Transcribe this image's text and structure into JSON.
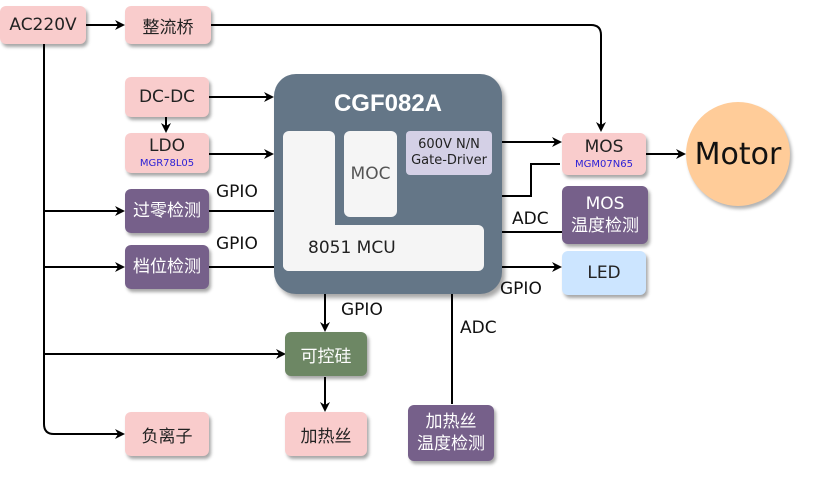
{
  "nodes": {
    "ac220v": "AC220V",
    "rectifier": "整流桥",
    "dcdc": "DC-DC",
    "ldo": "LDO",
    "ldo_part": "MGR78L05",
    "zero_cross": "过零检测",
    "gear_detect": "档位检测",
    "mos": "MOS",
    "mos_part": "MGM07N65",
    "mos_temp_1": "MOS",
    "mos_temp_2": "温度检测",
    "led": "LED",
    "thyristor": "可控硅",
    "heater": "加热丝",
    "heater_temp_1": "加热丝",
    "heater_temp_2": "温度检测",
    "anion": "负离子",
    "motor": "Motor"
  },
  "mcu": {
    "title": "CGF082A",
    "core": "8051 MCU",
    "moc": "MOC",
    "driver_1": "600V N/N",
    "driver_2": "Gate-Driver"
  },
  "labels": {
    "gpio_zero": "GPIO",
    "gpio_gear": "GPIO",
    "gpio_thyristor": "GPIO",
    "gpio_led": "GPIO",
    "adc_mos": "ADC",
    "adc_heater": "ADC"
  }
}
